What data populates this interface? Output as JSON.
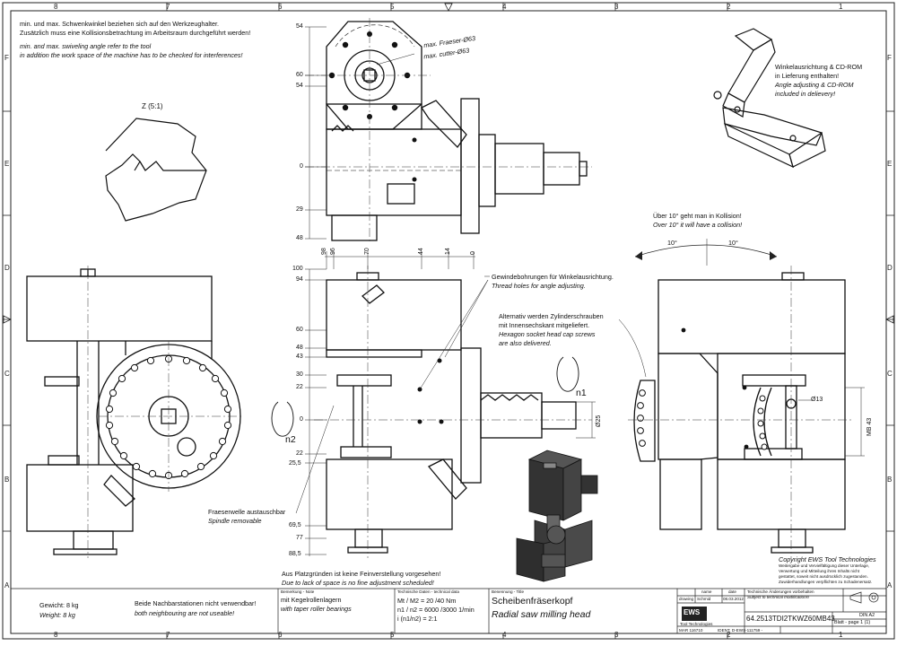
{
  "grid": {
    "cols": [
      "8",
      "7",
      "6",
      "5",
      "4",
      "3",
      "2",
      "1"
    ],
    "rows": [
      "F",
      "E",
      "D",
      "C",
      "B",
      "A"
    ]
  },
  "notes": {
    "top_de": [
      "min. und max. Schwenkwinkel beziehen sich auf den Werkzeughalter.",
      "Zusätzlich muss eine Kollisionsbetrachtung im Arbeitsraum durchgeführt werden!"
    ],
    "top_en": [
      "min. and max. swiveling angle refer to the tool",
      "in addition the work space of the machine has to be checked for interferences!"
    ],
    "z_detail": "Z (5:1)",
    "max_cutter_de": "max. Fraeser-Ø63",
    "max_cutter_en": "max. cutter-Ø63",
    "angle_adj": [
      "Winkelausrichtung & CD-ROM",
      "in Lieferung enthalten!"
    ],
    "angle_adj_en": [
      "Angle adjusting & CD-ROM",
      "included in delievery!"
    ],
    "collision": [
      "Über 10° geht man in Kollision!",
      "Over 10° it will have a collision!"
    ],
    "angle_left": "10°",
    "angle_right": "10°",
    "thread_holes": [
      "Gewindebohrungen für Winkelausrichtung.",
      "Thread holes for angle adjusting."
    ],
    "hex_screws": [
      "Alternativ werden Zylinderschrauben",
      "mit Innensechskant mitgeliefert.",
      "Hexagon socket head cap screws",
      "are also delivered."
    ],
    "spindle": [
      "Fraeserwelle austauschbar",
      "Spindle removable"
    ],
    "adjustment": [
      "Aus Platzgründen ist keine Feinverstellung vorgesehen!",
      "Due to lack of space is no fine adjustment scheduled!"
    ],
    "n1": "n1",
    "n2": "n2",
    "dia25": "Ø25",
    "dia13": "Ø13",
    "mb43": "MB 43"
  },
  "dims": {
    "top_view_left": [
      "54",
      "60",
      "54",
      "0",
      "29",
      "48"
    ],
    "mid_view_left": [
      "100",
      "94",
      "60",
      "48",
      "43",
      "30",
      "22",
      "0",
      "22",
      "25,5",
      "69,5",
      "77",
      "88,5"
    ],
    "mid_view_top": [
      "98",
      "96",
      "70",
      "44",
      "14",
      "0"
    ]
  },
  "title_block": {
    "weight_de": "Gewicht: 8 kg",
    "weight_en": "Weight: 8 kg",
    "neighbour_de": "Beide Nachbarstationen nicht verwendbar!",
    "neighbour_en": "both neighbouring are not useable!",
    "remark_label": "Bemerkung - Note",
    "remark_de": "mit Kegelrollenlagern",
    "remark_en": "with taper roller bearings",
    "tech_label": "Technische Daten - technical data",
    "torque": "Mt / M2 = 20 /40 Nm",
    "speed": "n1 / n2 = 6000 /3000  1/min",
    "ratio": "i (n1/n2) = 2:1",
    "name_label": "Benennung - Title",
    "title_de": "Scheibenfräserkopf",
    "title_en": "Radial saw milling head",
    "col_name": "name",
    "col_date": "date",
    "drawing": "drawing",
    "drawer": "Schmid",
    "date": "08.03.2012",
    "mat_no": "MAR 116710",
    "ident": "IDENT. D-EWS-111759 -",
    "part_no": "64.2513TDI2TKWZ60MB43",
    "tech_changes_de": "Technische Änderungen vorbehalten",
    "tech_changes_en": "Subject to technical modifications!",
    "copyright": "Copyright EWS Tool Technologies",
    "copyright_text": [
      "Weitergabe und Vervielfältigung dieser Unterlage,",
      "Verwertung und Mitteilung ihres Inhalts nicht",
      "gestattet, soweit nicht ausdrücklich zugestanden.",
      "Zuwiderhandlungen verpflichten zu Schadenersatz."
    ],
    "format": "DIN A2",
    "sheet": "Blatt - page 1 (1)",
    "logo": "EWS",
    "logo_sub": "Tool Technologies"
  }
}
